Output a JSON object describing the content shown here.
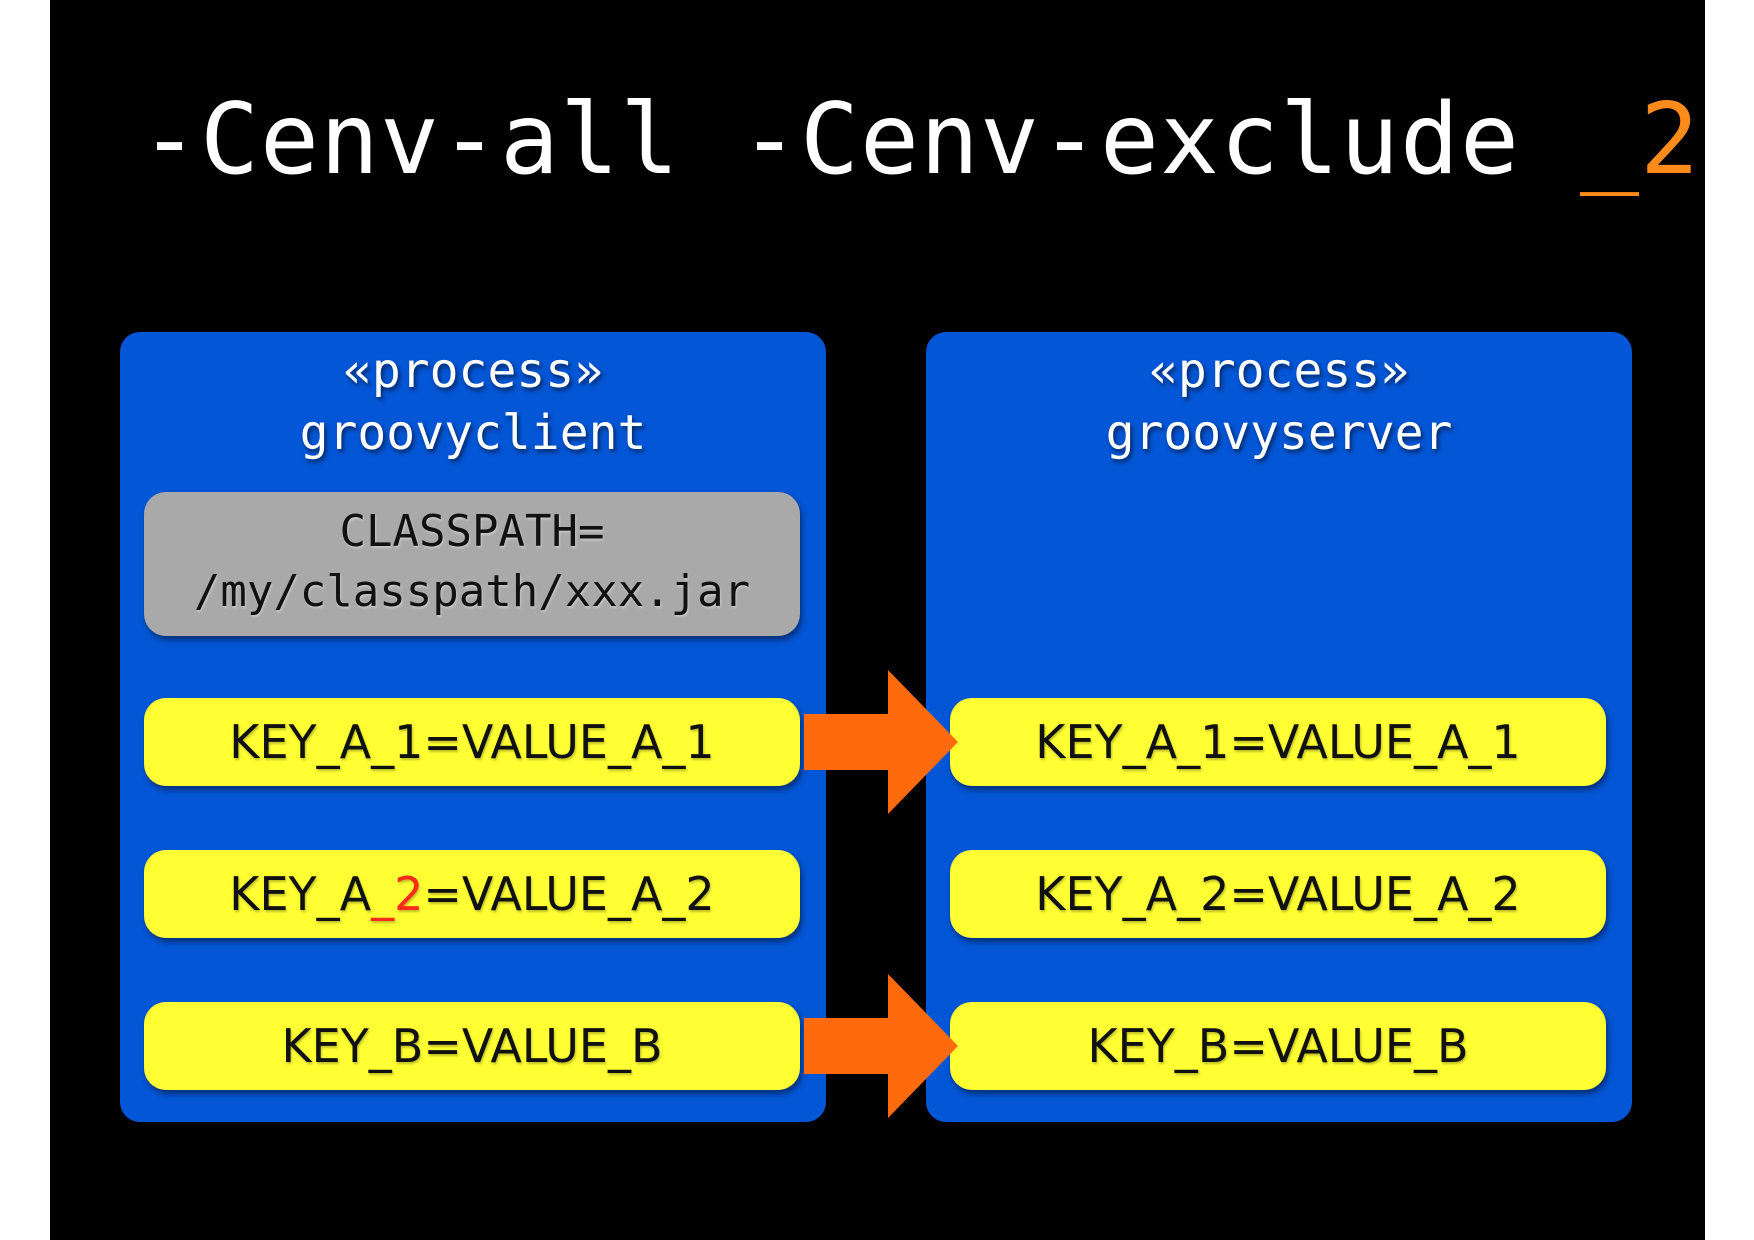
{
  "title": {
    "prefix": "-Cenv-all -Cenv-exclude ",
    "highlight": "_2"
  },
  "colors": {
    "slide_bg": "#000000",
    "panel_blue": "#0356d6",
    "box_yellow": "#ffff33",
    "box_gray": "#a9a9a9",
    "arrow_orange": "#ff6a0d",
    "title_highlight": "#ff8c1a",
    "excluded_highlight": "#ff2a1a"
  },
  "client": {
    "stereotype": "«process»",
    "name": "groovyclient",
    "classpath": {
      "line1": "CLASSPATH=",
      "line2": "/my/classpath/xxx.jar"
    },
    "env": [
      {
        "text": "KEY_A_1=VALUE_A_1"
      },
      {
        "before": "KEY_A",
        "highlight": "_2",
        "after": "=VALUE_A_2"
      },
      {
        "text": "KEY_B=VALUE_B"
      }
    ]
  },
  "server": {
    "stereotype": "«process»",
    "name": "groovyserver",
    "env": [
      {
        "text": "KEY_A_1=VALUE_A_1"
      },
      {
        "text": "KEY_A_2=VALUE_A_2"
      },
      {
        "text": "KEY_B=VALUE_B"
      }
    ]
  },
  "arrows": [
    {
      "from": "client.env.0",
      "to": "server.env.0",
      "icon": "right-arrow-icon"
    },
    {
      "from": "client.env.2",
      "to": "server.env.2",
      "icon": "right-arrow-icon"
    }
  ]
}
